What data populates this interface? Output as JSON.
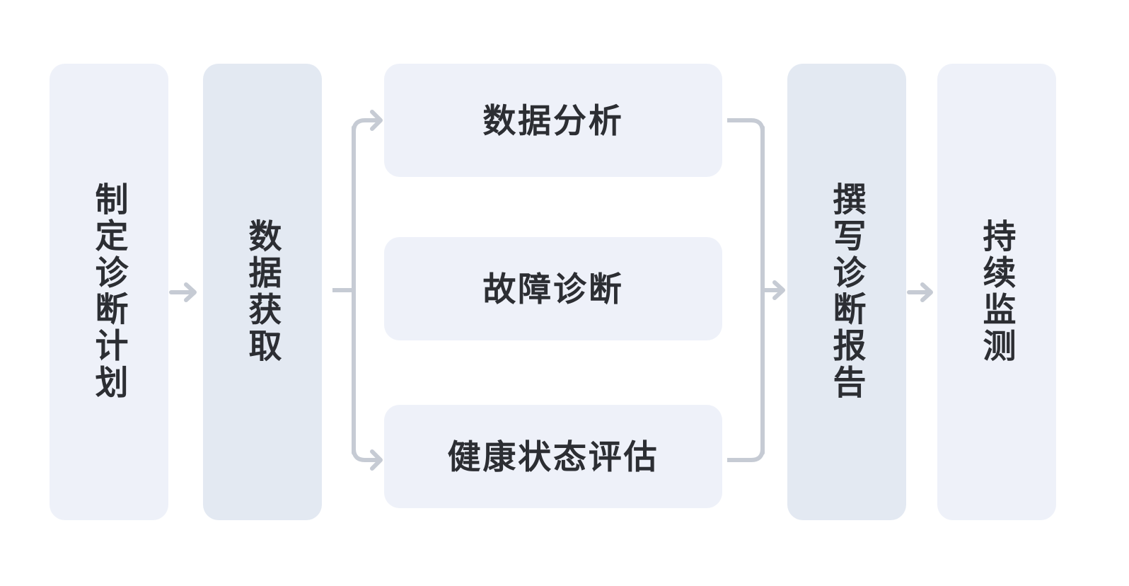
{
  "diagram": {
    "type": "flowchart",
    "orientation": "left-to-right",
    "title_text": "",
    "colors": {
      "canvas": "#ffffff",
      "node_light": "#eef1f9",
      "node_deep": "#e3e9f2",
      "text": "#2c2e33",
      "connector": "#c6cbd4"
    },
    "stages": [
      {
        "id": "plan",
        "label": "制定诊断计划",
        "tone": "light",
        "text_direction": "vertical"
      },
      {
        "id": "acq",
        "label": "数据获取",
        "tone": "deep",
        "text_direction": "vertical"
      },
      {
        "id": "report",
        "label": "撰写诊断报告",
        "tone": "deep",
        "text_direction": "vertical"
      },
      {
        "id": "monitor",
        "label": "持续监测",
        "tone": "light",
        "text_direction": "vertical"
      }
    ],
    "branches": [
      {
        "id": "analysis",
        "label": "数据分析",
        "tone": "light",
        "text_direction": "horizontal"
      },
      {
        "id": "fault",
        "label": "故障诊断",
        "tone": "light",
        "text_direction": "horizontal"
      },
      {
        "id": "health",
        "label": "健康状态评估",
        "tone": "light",
        "text_direction": "horizontal"
      }
    ],
    "connectors": [
      {
        "id": "plan-to-acq",
        "from": "plan",
        "to": "acq",
        "style": "straight-arrow"
      },
      {
        "id": "acq-to-branches",
        "from": "acq",
        "to": "branches",
        "style": "split-bracket"
      },
      {
        "id": "branches-to-report",
        "from": "branches",
        "to": "report",
        "style": "merge-bracket"
      },
      {
        "id": "report-to-monitor",
        "from": "report",
        "to": "monitor",
        "style": "straight-arrow"
      }
    ]
  }
}
